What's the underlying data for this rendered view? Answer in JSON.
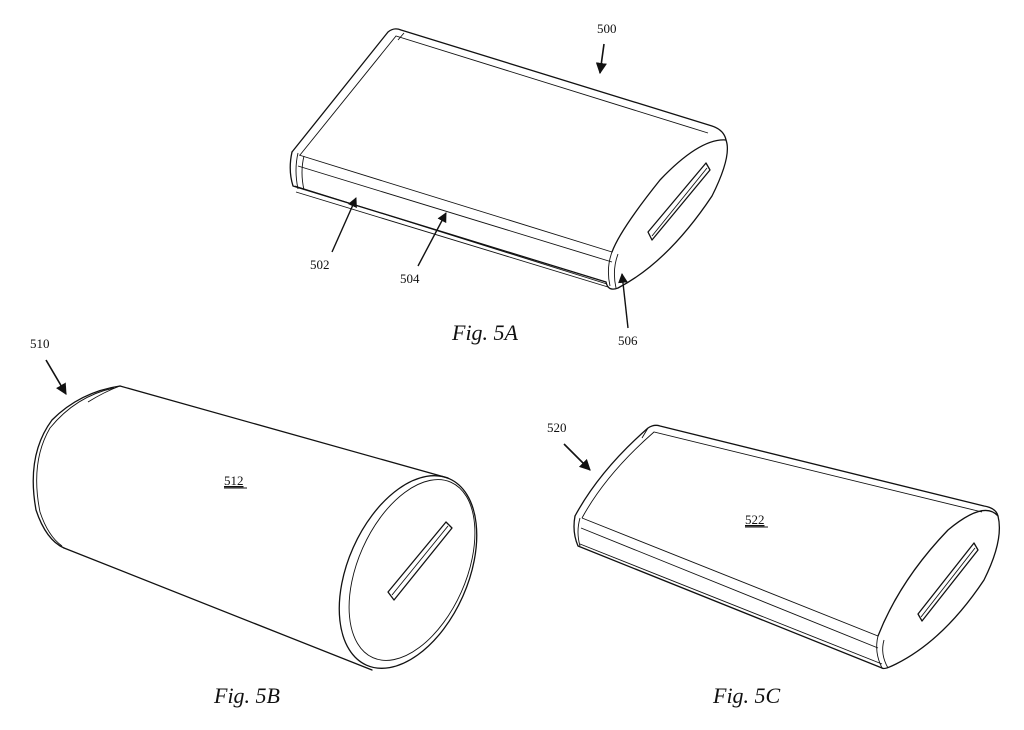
{
  "figure_a": {
    "caption": "Fig. 5A",
    "device_ref": "500",
    "refs": {
      "r502": "502",
      "r504": "504",
      "r506": "506"
    }
  },
  "figure_b": {
    "caption": "Fig. 5B",
    "device_ref": "510",
    "body_ref": "512"
  },
  "figure_c": {
    "caption": "Fig. 5C",
    "device_ref": "520",
    "body_ref": "522"
  }
}
